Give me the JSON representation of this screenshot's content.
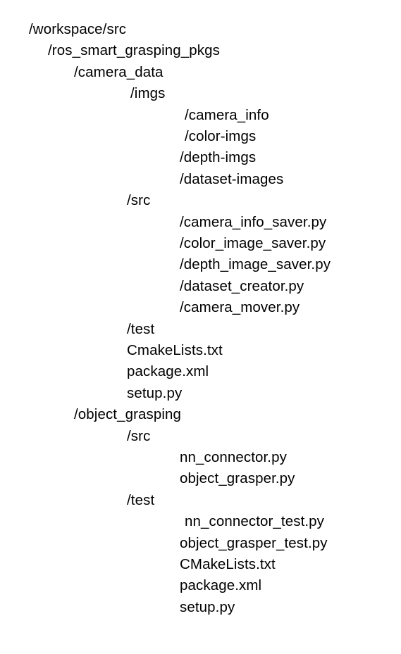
{
  "tree": {
    "lines": [
      {
        "text": "/workspace/src",
        "indent": 0
      },
      {
        "text": "/ros_smart_grasping_pkgs",
        "indent": 1
      },
      {
        "text": "/camera_data",
        "indent": 2
      },
      {
        "text": "/imgs",
        "indent": 3
      },
      {
        "text": "/camera_info",
        "indent": 4
      },
      {
        "text": "/color-imgs",
        "indent": 4
      },
      {
        "text": "/depth-imgs",
        "indent": 4
      },
      {
        "text": "/dataset-images",
        "indent": 4
      },
      {
        "text": "/src",
        "indent": 3
      },
      {
        "text": "/camera_info_saver.py",
        "indent": 4
      },
      {
        "text": "/color_image_saver.py",
        "indent": 4
      },
      {
        "text": "/depth_image_saver.py",
        "indent": 4
      },
      {
        "text": "/dataset_creator.py",
        "indent": 4
      },
      {
        "text": "/camera_mover.py",
        "indent": 4
      },
      {
        "text": "/test",
        "indent": 3
      },
      {
        "text": "CmakeLists.txt",
        "indent": 3
      },
      {
        "text": "package.xml",
        "indent": 3
      },
      {
        "text": "setup.py",
        "indent": 3
      },
      {
        "text": "/object_grasping",
        "indent": 2
      },
      {
        "text": "/src",
        "indent": 3
      },
      {
        "text": "nn_connector.py",
        "indent": 4
      },
      {
        "text": "object_grasper.py",
        "indent": 4
      },
      {
        "text": "/test",
        "indent": 3
      },
      {
        "text": "nn_connector_test.py",
        "indent": 4
      },
      {
        "text": "object_grasper_test.py",
        "indent": 4
      },
      {
        "text": "CMakeLists.txt",
        "indent": 4
      },
      {
        "text": "package.xml",
        "indent": 4
      },
      {
        "text": "setup.py",
        "indent": 4
      }
    ]
  }
}
